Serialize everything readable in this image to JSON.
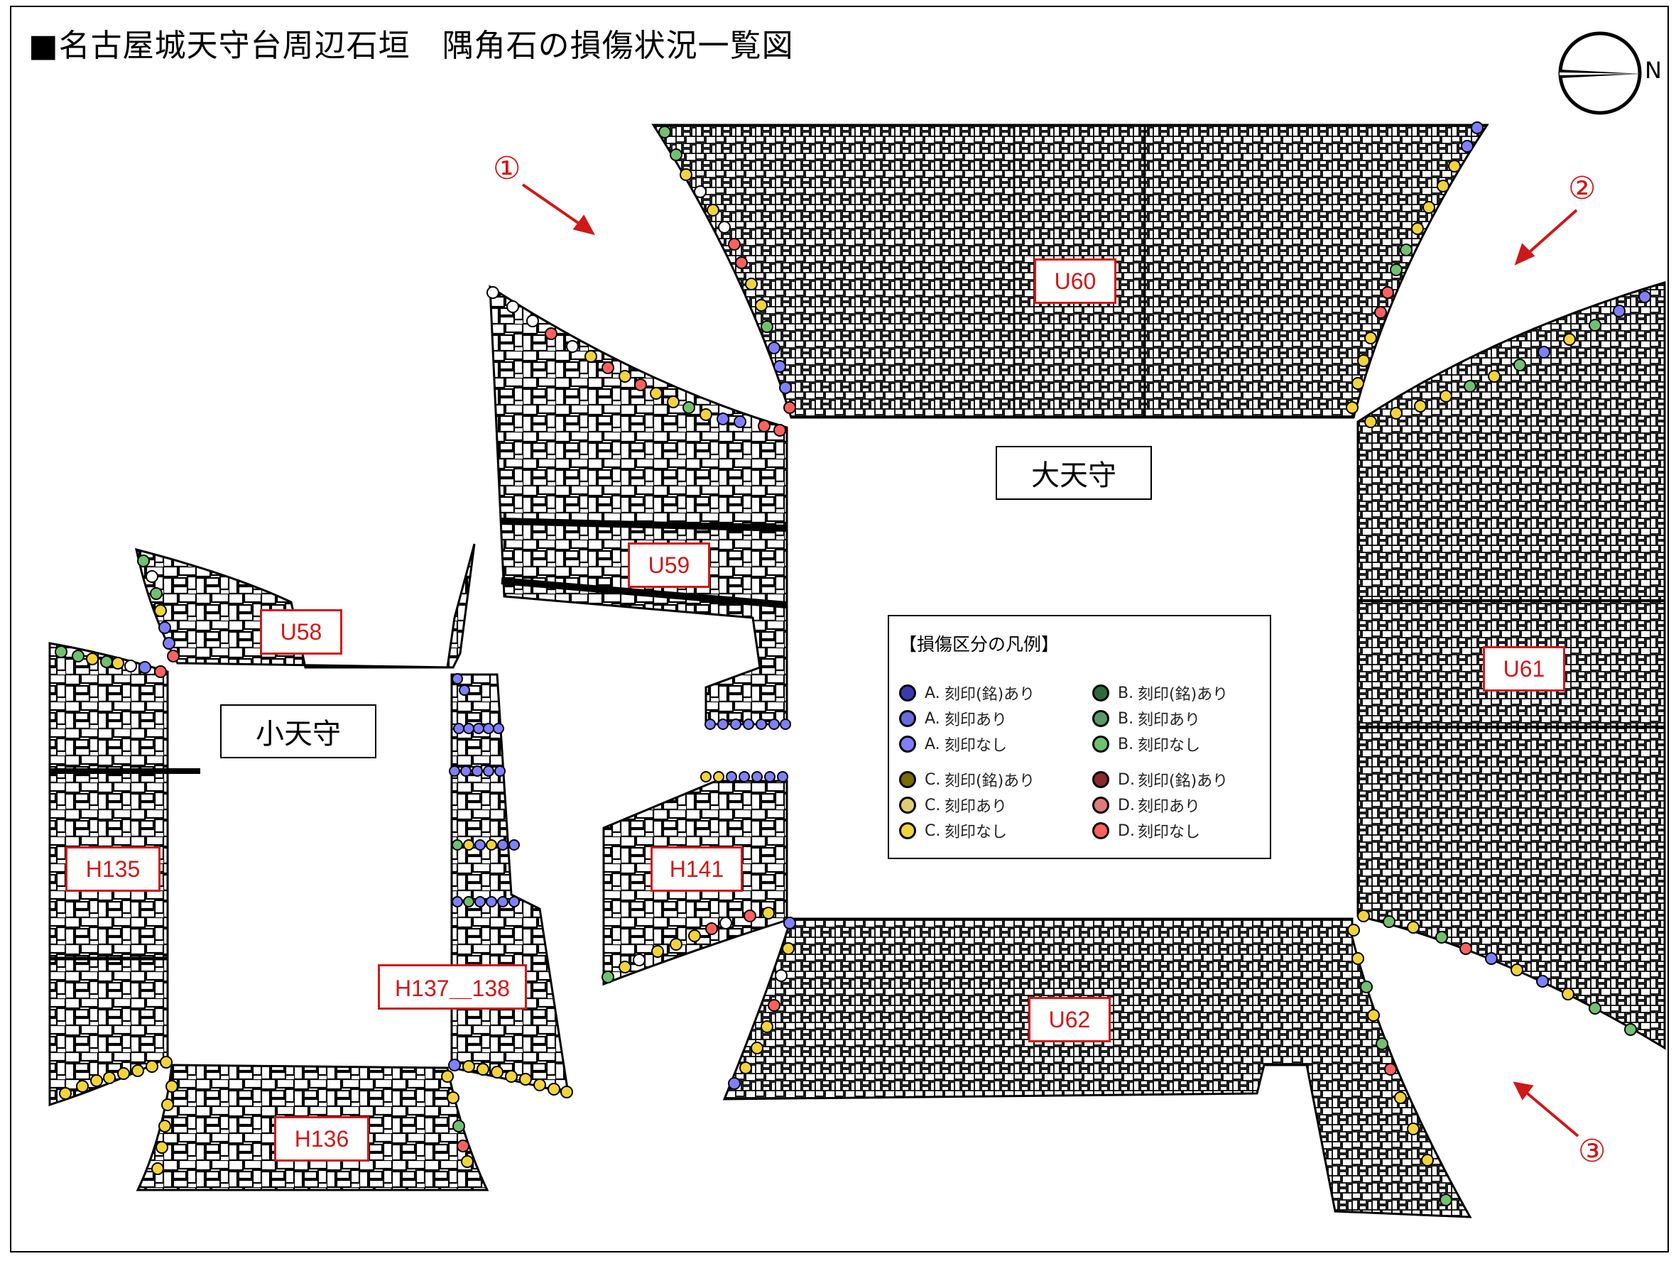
{
  "title": "■名古屋城天守台周辺石垣　隅角石の損傷状況一覧図",
  "compass": {
    "north_label": "N",
    "icon": "compass-north-arrow-icon"
  },
  "keeps": {
    "main": "大天守",
    "small": "小天守"
  },
  "wall_labels": {
    "u60": "U60",
    "u59": "U59",
    "u58": "U58",
    "u61": "U61",
    "u62": "U62",
    "h135": "H135",
    "h136": "H136",
    "h137_138": "H137＿138",
    "h141": "H141"
  },
  "view_markers": {
    "m1": "①",
    "m2": "②",
    "m3": "③"
  },
  "legend": {
    "title": "【損傷区分の凡例】",
    "items": [
      {
        "cls": "A.",
        "text": "刻印(銘)あり",
        "color": "#3a3ab0"
      },
      {
        "cls": "A.",
        "text": "刻印あり",
        "color": "#6a6ae0"
      },
      {
        "cls": "A.",
        "text": "刻印なし",
        "color": "#8080ff"
      },
      {
        "cls": "B.",
        "text": "刻印(銘)あり",
        "color": "#2f6b3a"
      },
      {
        "cls": "B.",
        "text": "刻印あり",
        "color": "#5b9a68"
      },
      {
        "cls": "B.",
        "text": "刻印なし",
        "color": "#70c070"
      },
      {
        "cls": "C.",
        "text": "刻印(銘)あり",
        "color": "#7a6a00"
      },
      {
        "cls": "C.",
        "text": "刻印あり",
        "color": "#e0cc70"
      },
      {
        "cls": "C.",
        "text": "刻印なし",
        "color": "#f2d43a"
      },
      {
        "cls": "D.",
        "text": "刻印(銘)あり",
        "color": "#8a2a2a"
      },
      {
        "cls": "D.",
        "text": "刻印あり",
        "color": "#e07a7a"
      },
      {
        "cls": "D.",
        "text": "刻印なし",
        "color": "#ff6060"
      }
    ]
  },
  "colors": {
    "red": "#d01818",
    "line": "#000000"
  }
}
